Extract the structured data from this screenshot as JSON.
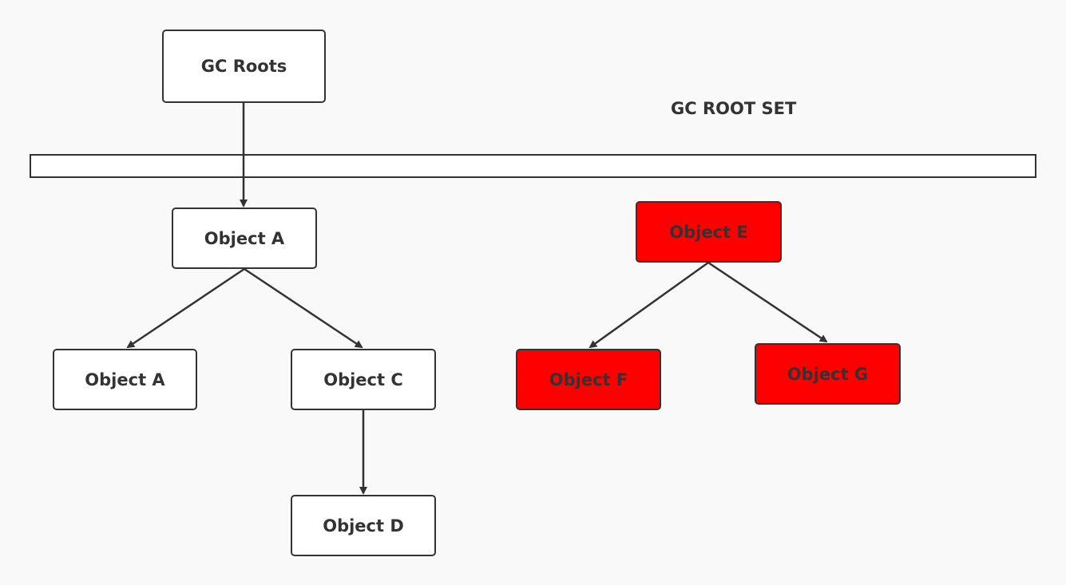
{
  "diagram": {
    "root_set_label": "GC ROOT SET",
    "colors": {
      "background": "#f9f9f9",
      "stroke": "#333333",
      "reachable_fill": "#ffffff",
      "unreachable_fill": "#ff0000"
    },
    "nodes": {
      "gc_roots": "GC Roots",
      "object_a_top": "Object A",
      "object_a_child": "Object A",
      "object_c": "Object C",
      "object_d": "Object D",
      "object_e": "Object E",
      "object_f": "Object F",
      "object_g": "Object G"
    },
    "edges": [
      {
        "from": "gc_roots",
        "to": "object_a_top"
      },
      {
        "from": "object_a_top",
        "to": "object_a_child"
      },
      {
        "from": "object_a_top",
        "to": "object_c"
      },
      {
        "from": "object_c",
        "to": "object_d"
      },
      {
        "from": "object_e",
        "to": "object_f"
      },
      {
        "from": "object_e",
        "to": "object_g"
      }
    ]
  }
}
